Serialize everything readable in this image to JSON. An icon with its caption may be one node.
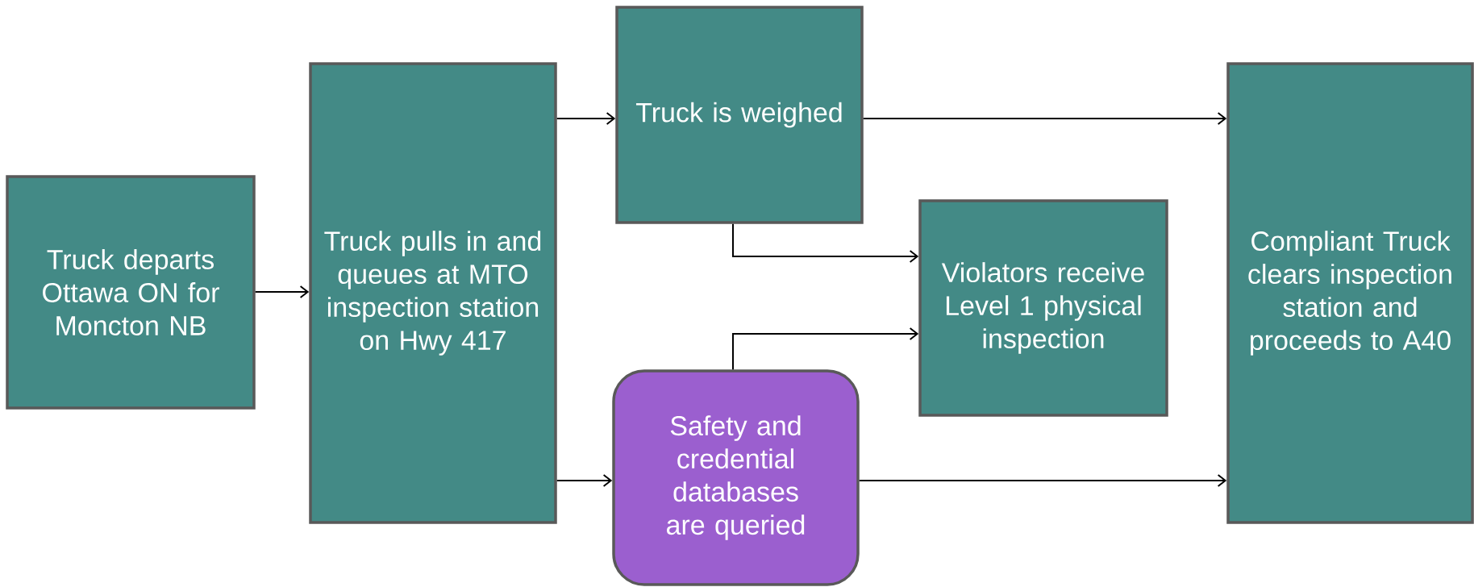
{
  "diagram": {
    "nodes": [
      {
        "text": [
          "Truck departs Ottawa ON for Moncton NB"
        ]
      },
      {
        "text": [
          "Truck pulls in and queues at MTO inspection station on Hwy 417"
        ]
      },
      {
        "text": [
          "Truck is weighed"
        ]
      },
      {
        "text": [
          "Safety and credential databases are queried"
        ]
      },
      {
        "text": [
          "Violators receive Level 1 physical inspection"
        ]
      },
      {
        "text": [
          "Compliant Truck clears inspection station and proceeds to A40"
        ]
      }
    ],
    "edges": [
      {
        "from": 0,
        "to": 1,
        "arrow": "to"
      },
      {
        "from": 1,
        "to": 2,
        "arrow": "to"
      },
      {
        "from": 1,
        "to": 3,
        "arrow": "to"
      },
      {
        "from": 2,
        "to": 5,
        "arrow": "to"
      },
      {
        "from": 2,
        "to": 4,
        "arrow": "to"
      },
      {
        "from": 3,
        "to": 4,
        "arrow": "to"
      },
      {
        "from": 3,
        "to": 5,
        "arrow": "to"
      }
    ]
  }
}
